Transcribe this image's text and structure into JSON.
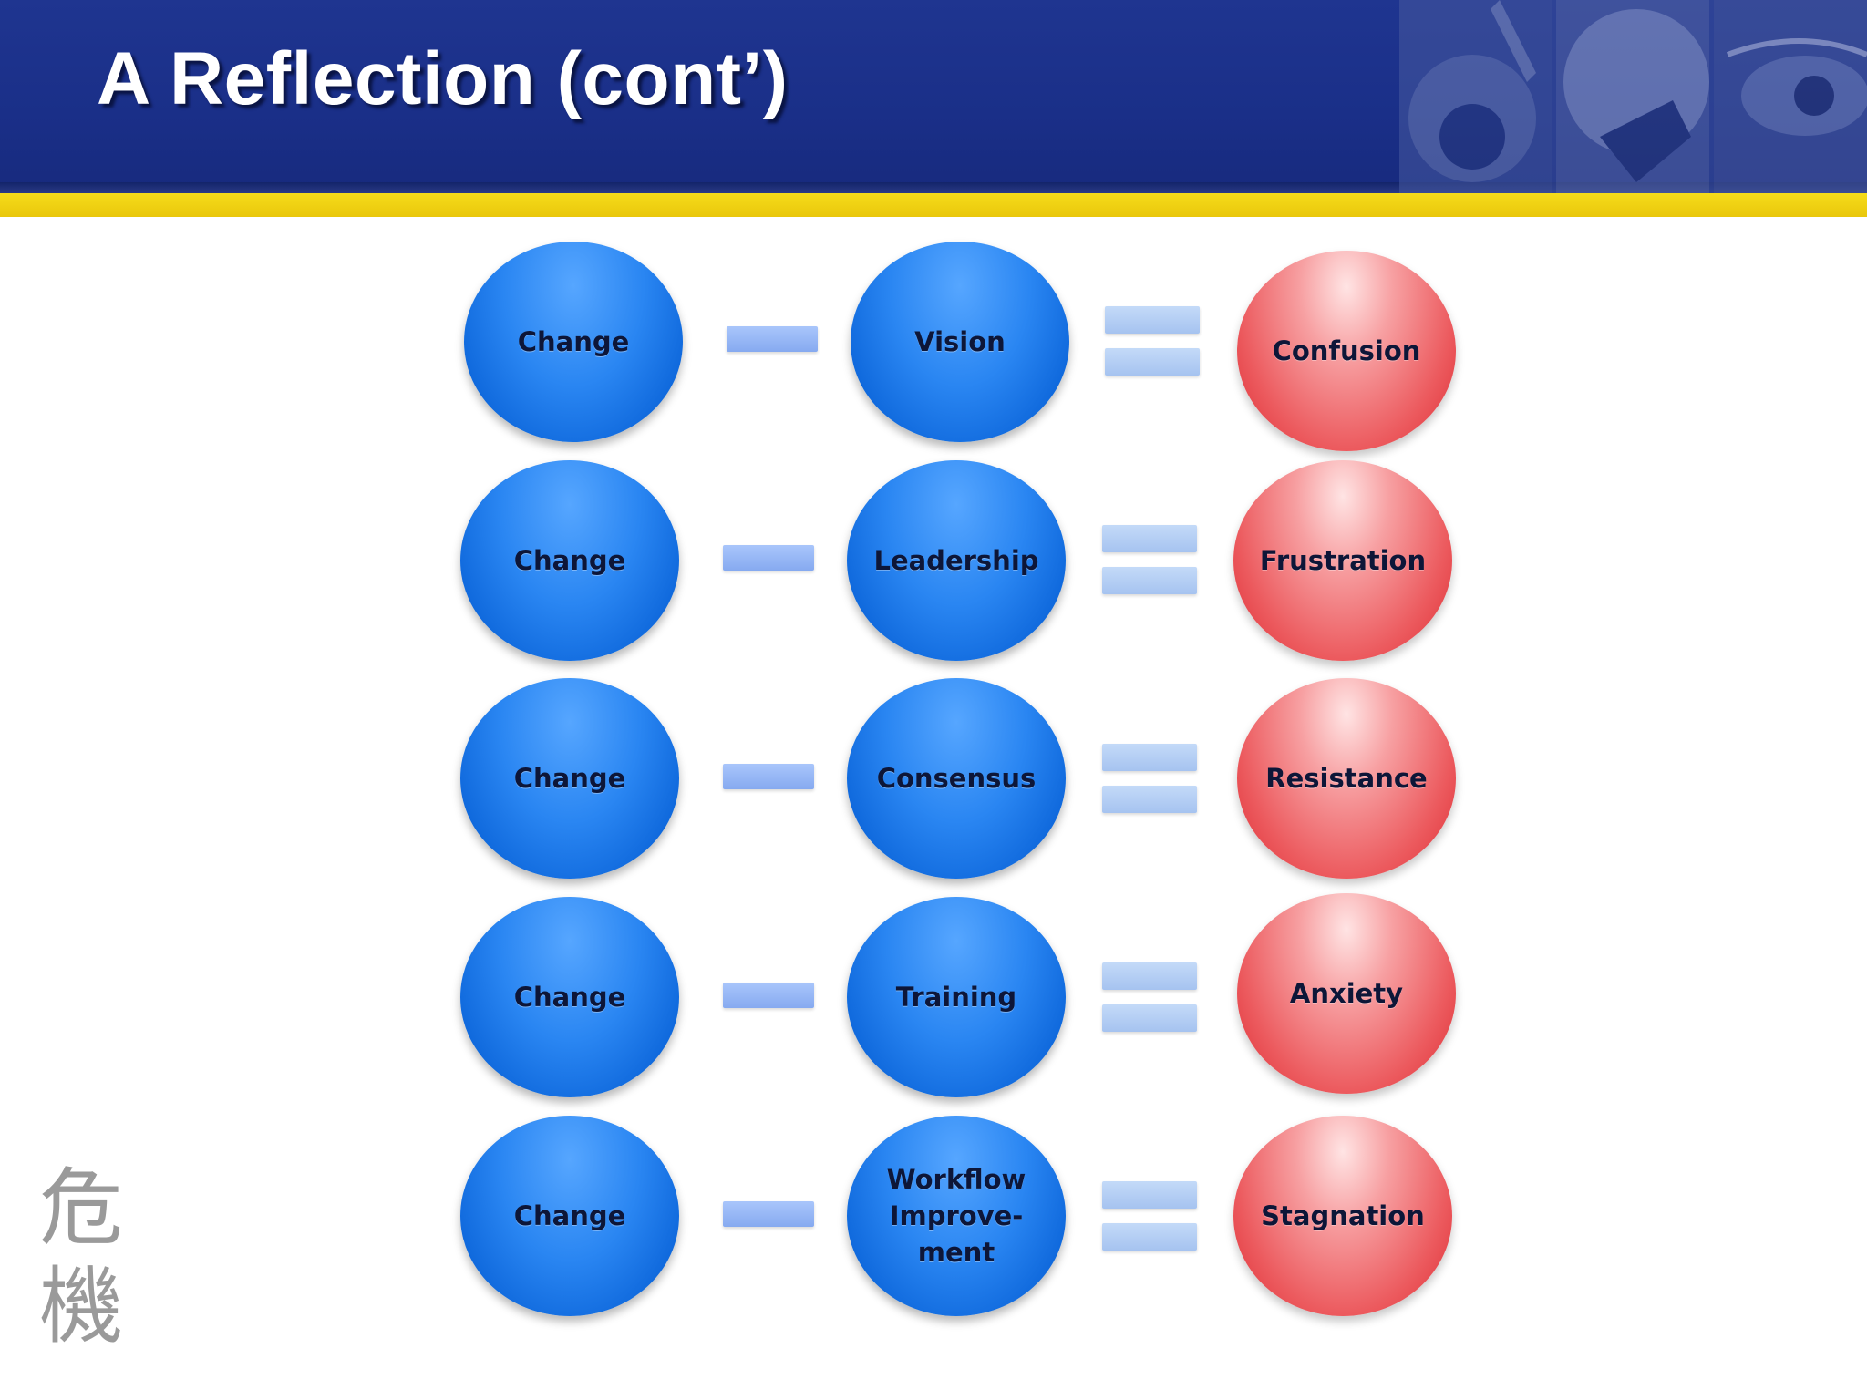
{
  "slide": {
    "title": "A Reflection (cont’)"
  },
  "diagram": {
    "rows": [
      {
        "left": "Change",
        "operator_1": "minus",
        "middle": "Vision",
        "operator_2": "equals",
        "result": "Confusion"
      },
      {
        "left": "Change",
        "operator_1": "minus",
        "middle": "Leadership",
        "operator_2": "equals",
        "result": "Frustration"
      },
      {
        "left": "Change",
        "operator_1": "minus",
        "middle": "Consensus",
        "operator_2": "equals",
        "result": "Resistance"
      },
      {
        "left": "Change",
        "operator_1": "minus",
        "middle": "Training",
        "operator_2": "equals",
        "result": "Anxiety"
      },
      {
        "left": "Change",
        "operator_1": "minus",
        "middle": "Workflow Improve-ment",
        "operator_2": "equals",
        "result": "Stagnation"
      }
    ]
  },
  "decoration": {
    "kanji": [
      "危",
      "機"
    ]
  },
  "colors": {
    "header_blue": "#1f3590",
    "gold_bar": "#f1d414",
    "circle_blue": "#1a78ea",
    "circle_red": "#e8474c"
  }
}
